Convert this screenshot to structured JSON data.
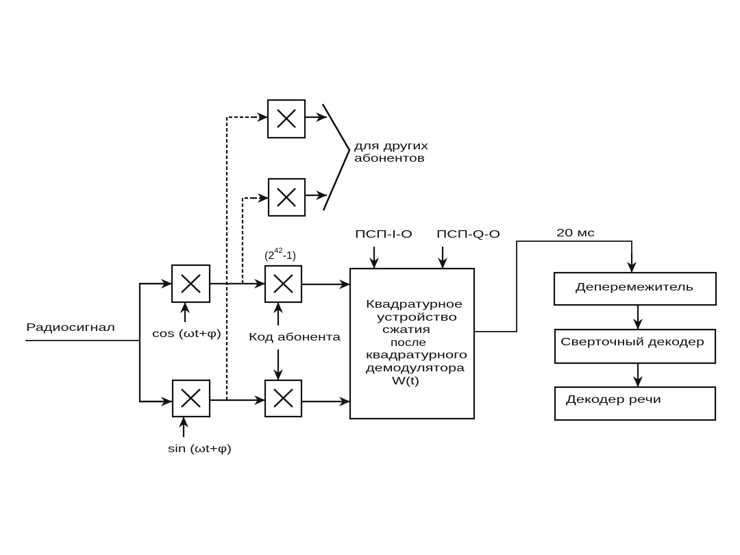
{
  "diagram": {
    "input_label": "Радиосигнал",
    "carriers": {
      "cos": "cos (ωt+φ)",
      "sin": "sin (ωt+φ)"
    },
    "code": {
      "period_open": "(2",
      "period_exponent": "42",
      "period_close": "-1)",
      "label": "Код абонента"
    },
    "other_subscribers": {
      "line1": "для других",
      "line2": "абонентов"
    },
    "pn_sequences": {
      "i": "ПСП-I-O",
      "q": "ПСП-Q-O"
    },
    "despreader": {
      "lines": [
        "Квадратурное",
        "устройство",
        "сжатия",
        "после",
        "квадратурного",
        "демодулятора",
        "W(t)"
      ]
    },
    "frame_label": "20 мс",
    "pipeline": [
      "Деперемежитель",
      "Сверточный декодер",
      "Декодер речи"
    ]
  }
}
